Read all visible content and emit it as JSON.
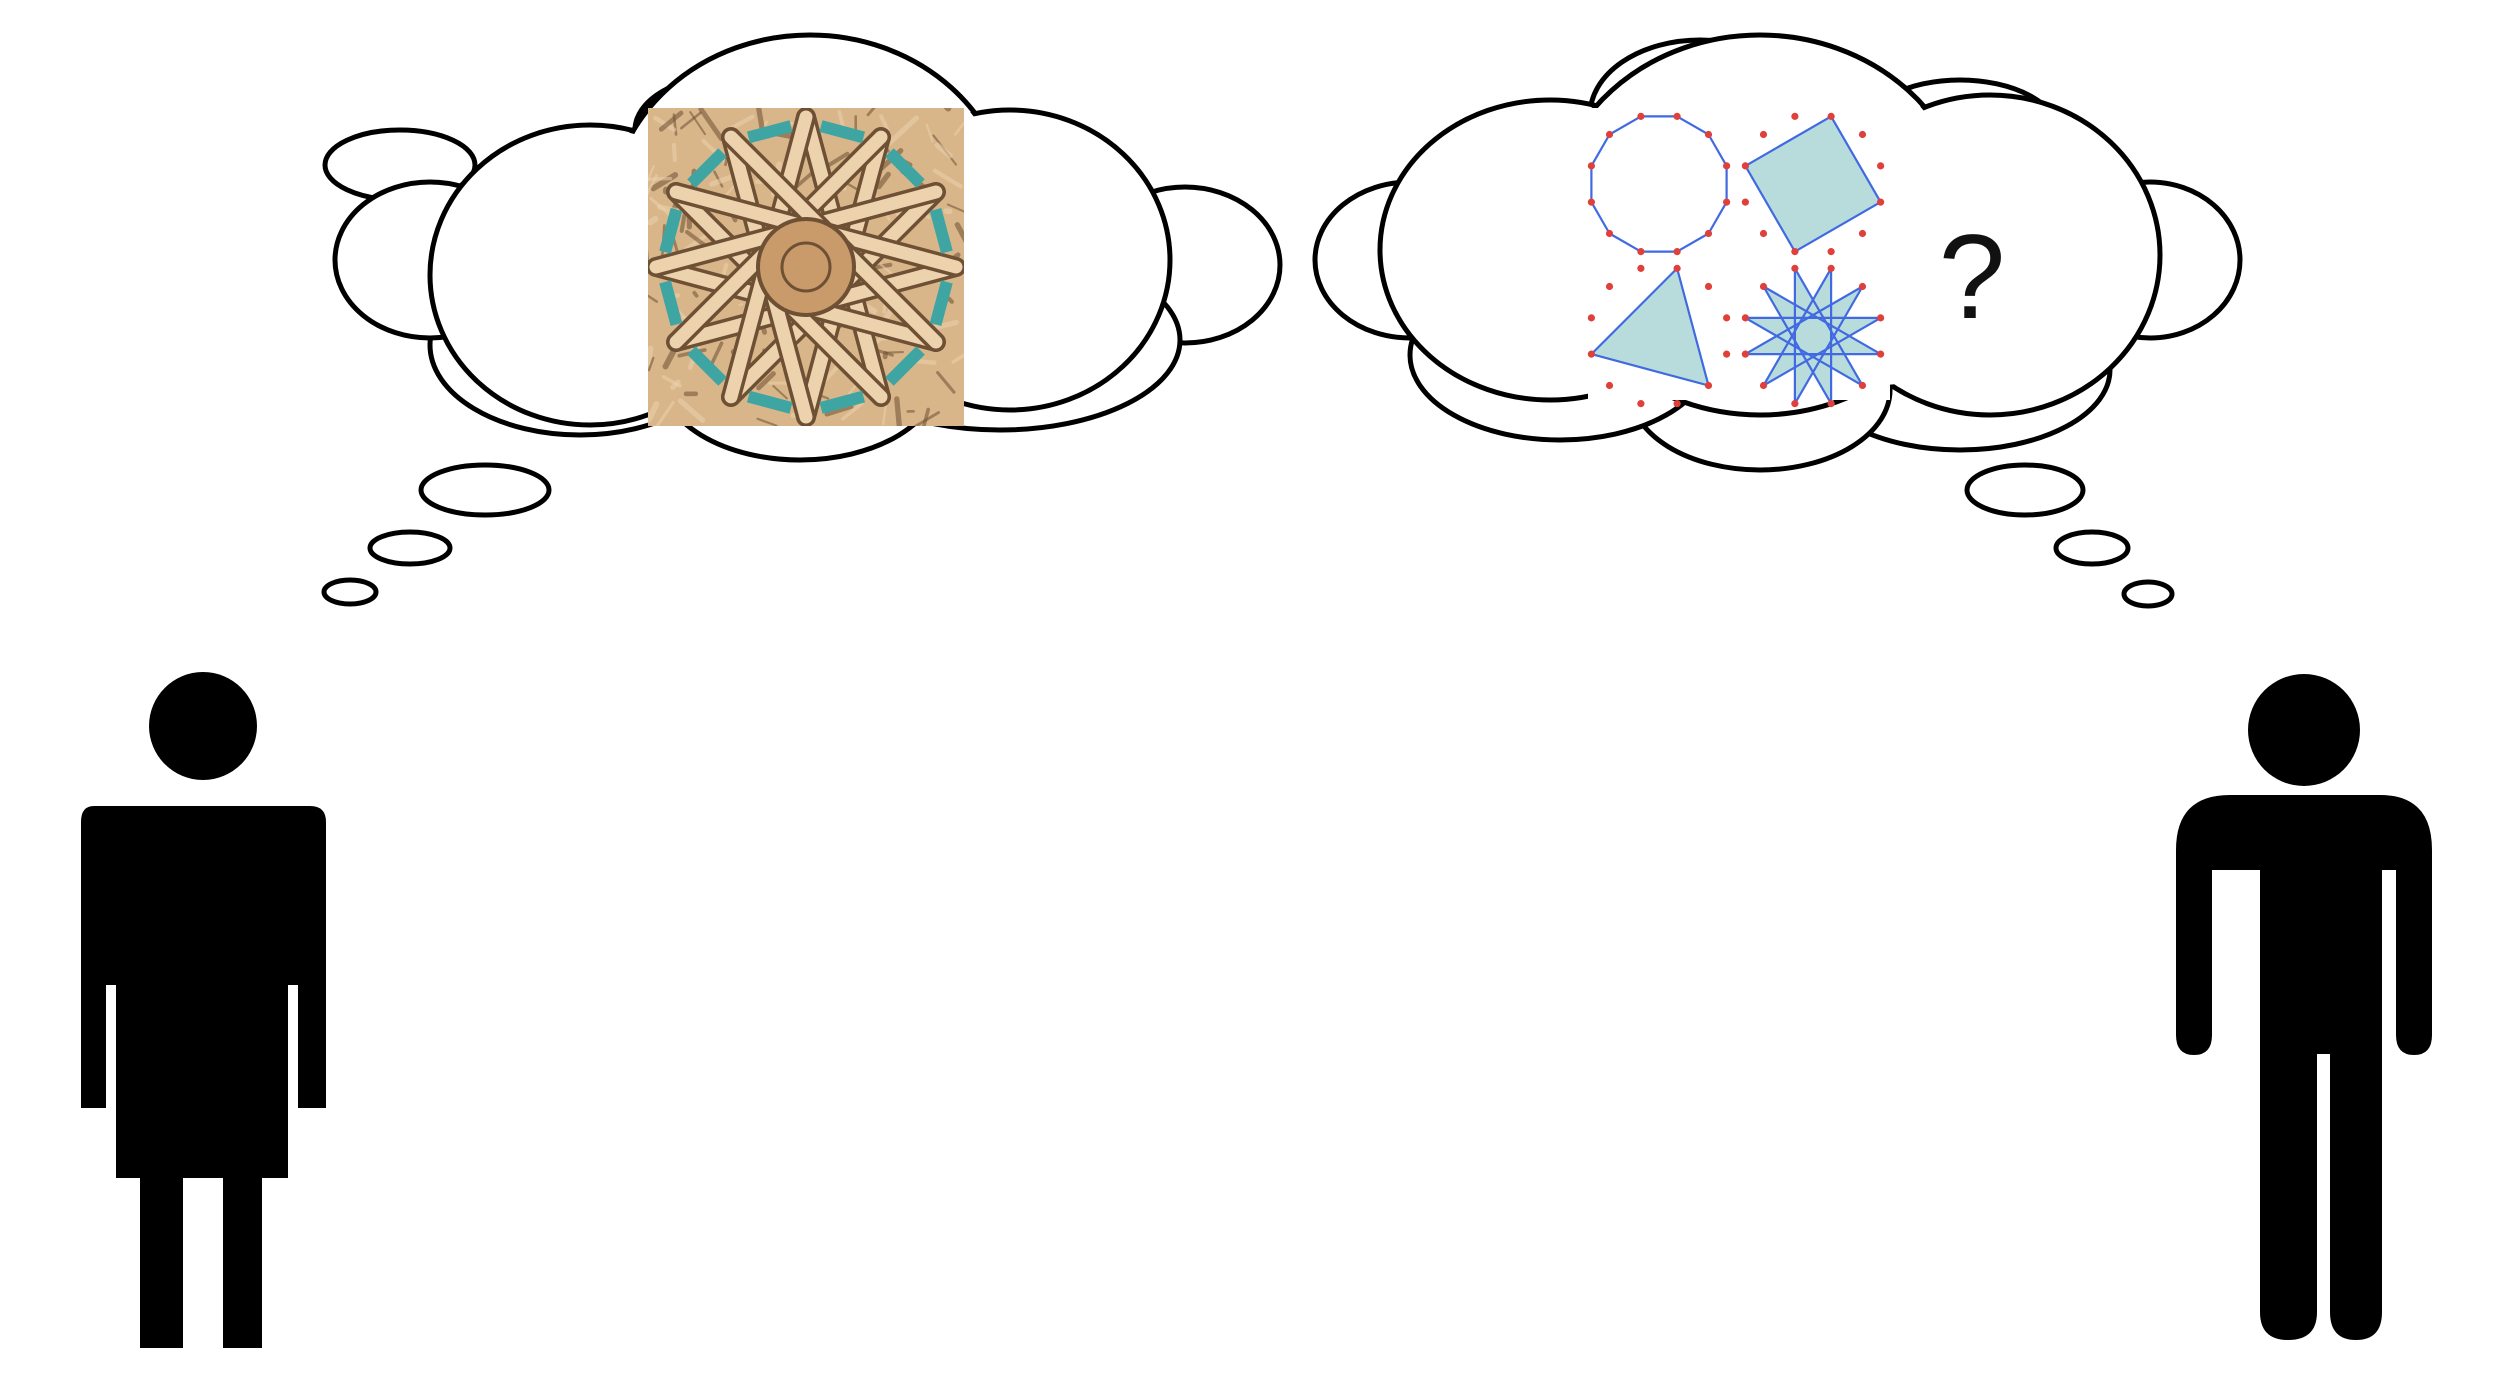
{
  "left_thought": {
    "image": "carved-tile-with-twelve-pointed-star-pattern",
    "tile_palette": {
      "background": "#d9b68a",
      "strap": "#c99a6a",
      "strap_light": "#ecd3ae",
      "shadow": "#6e5034",
      "turquoise": "#3ea5a3"
    }
  },
  "right_thought": {
    "star_polygons": [
      {
        "points": 12,
        "step": 1,
        "filled": false
      },
      {
        "points": 12,
        "step": 3,
        "filled": true
      },
      {
        "points": 12,
        "step": 4,
        "filled": true
      },
      {
        "points": 12,
        "step": 5,
        "filled": true
      }
    ],
    "question_mark": "?",
    "colors": {
      "edge": "#4169e1",
      "fill": "#b8dcdc",
      "vertex": "#e0403a"
    }
  },
  "people": {
    "left_figure": "person-icon",
    "right_figure": "person-icon",
    "color": "#000000"
  }
}
